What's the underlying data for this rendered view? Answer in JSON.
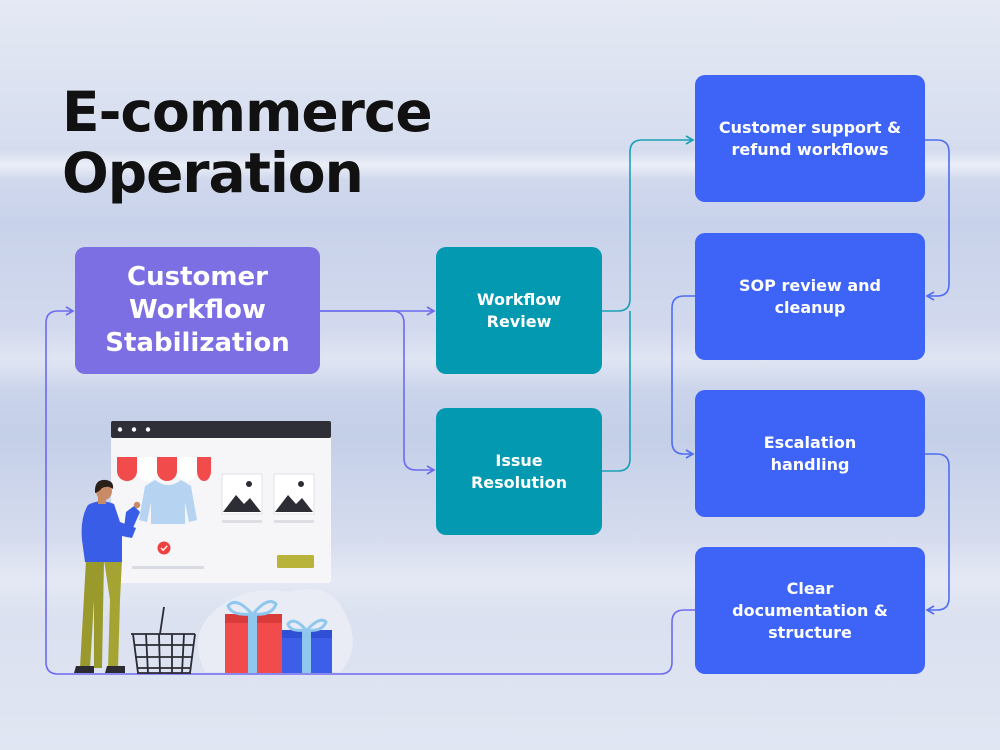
{
  "title": "E-commerce Operation",
  "main_box": {
    "label": "Customer\nWorkflow\nStabilization"
  },
  "steps": [
    {
      "id": "review",
      "label": "Workflow\nReview"
    },
    {
      "id": "issue",
      "label": "Issue\nResolution"
    }
  ],
  "outcomes": [
    {
      "id": "support",
      "label": "Customer support &\nrefund workflows"
    },
    {
      "id": "sop",
      "label": "SOP review and\ncleanup"
    },
    {
      "id": "escalation",
      "label": "Escalation\nhandling"
    },
    {
      "id": "documentation",
      "label": "Clear\ndocumentation &\nstructure"
    }
  ],
  "colors": {
    "main": "#7b6fe3",
    "teal": "#0399b1",
    "blue": "#3d63f7",
    "connector_purple": "#6c6af0",
    "connector_teal": "#1aa0b6",
    "connector_blue": "#4f6cf3"
  },
  "illustration": {
    "type": "online-shop-storefront",
    "elements": [
      "person-icon",
      "shop-window-icon",
      "awning-icon",
      "sweater-icon",
      "image-placeholder-icon",
      "check-badge-icon",
      "shopping-basket-icon",
      "gift-box-icon"
    ]
  }
}
